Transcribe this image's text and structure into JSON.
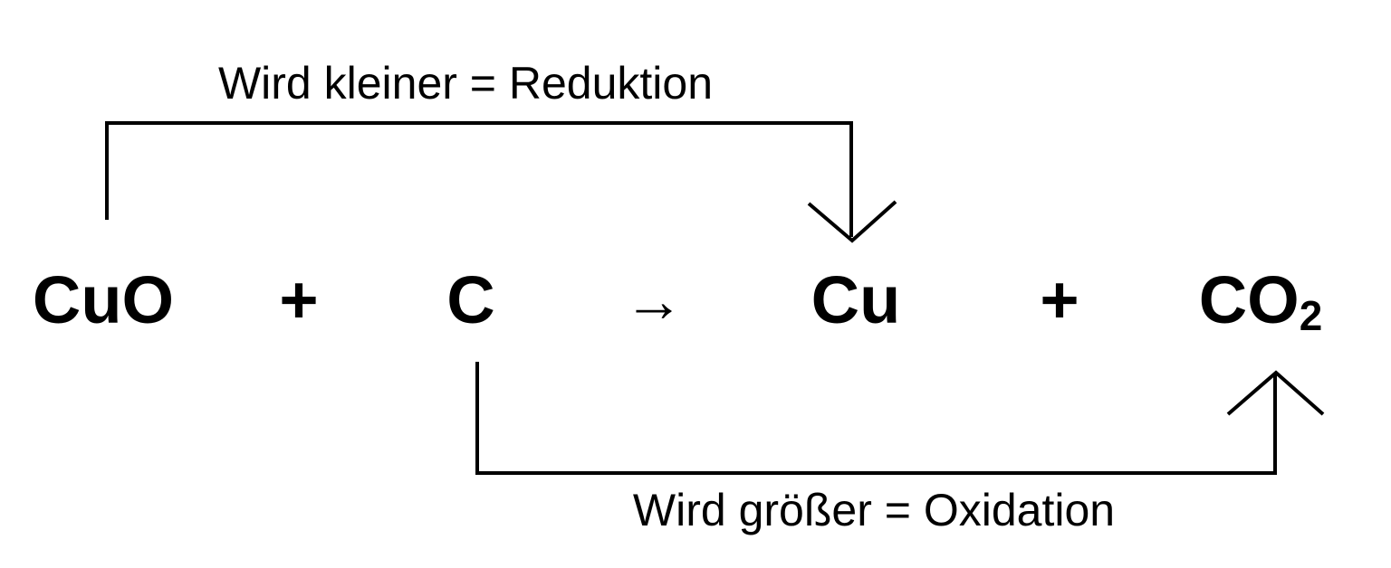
{
  "equation": {
    "reactant1": "CuO",
    "plus1": "+",
    "reactant2": "C",
    "reaction_arrow": "→",
    "product1": "Cu",
    "plus2": "+",
    "product2_base": "CO",
    "product2_subscript": "2"
  },
  "annotations": {
    "reduction_label": "Wird kleiner = Reduktion",
    "oxidation_label": "Wird größer = Oxidation"
  },
  "colors": {
    "ink": "#000000",
    "background": "#ffffff"
  }
}
